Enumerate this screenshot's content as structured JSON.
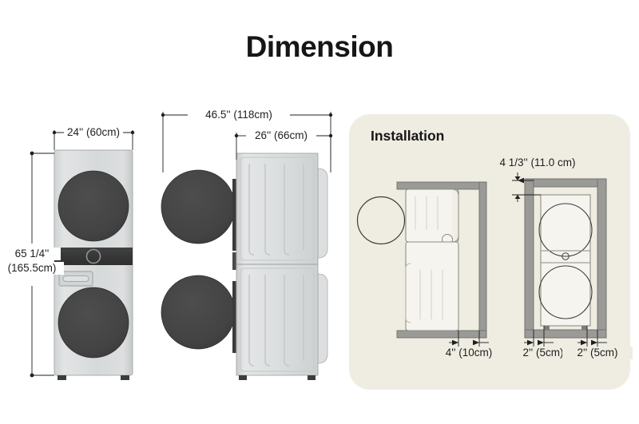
{
  "page": {
    "title": "Dimension",
    "background_color": "#ffffff"
  },
  "colors": {
    "drum_dark": "#424242",
    "body_silver": "#d8dadb",
    "body_edge": "#b9bcbd",
    "control_panel_dark": "#3a3a3a",
    "panel_cream": "#efece2",
    "wall_gray": "#9a9a96",
    "wall_outline": "#6f6f6b",
    "line": "#1f1f1f",
    "text": "#1a1a1a"
  },
  "front_view": {
    "name": "front-elevation",
    "width_label": "24'' (60cm)",
    "height_label_line1": "65 1/4''",
    "height_label_line2": "(165.5cm)"
  },
  "side_view": {
    "name": "side-elevation-doors-open",
    "total_depth_label": "46.5'' (118cm)",
    "body_depth_label": "26'' (66cm)"
  },
  "installation": {
    "title": "Installation",
    "top_clearance_label": "4 1/3'' (11.0 cm)",
    "rear_clearance_label": "4'' (10cm)",
    "side_clearance_left_label": "2'' (5cm)",
    "side_clearance_right_label": "2'' (5cm)"
  }
}
